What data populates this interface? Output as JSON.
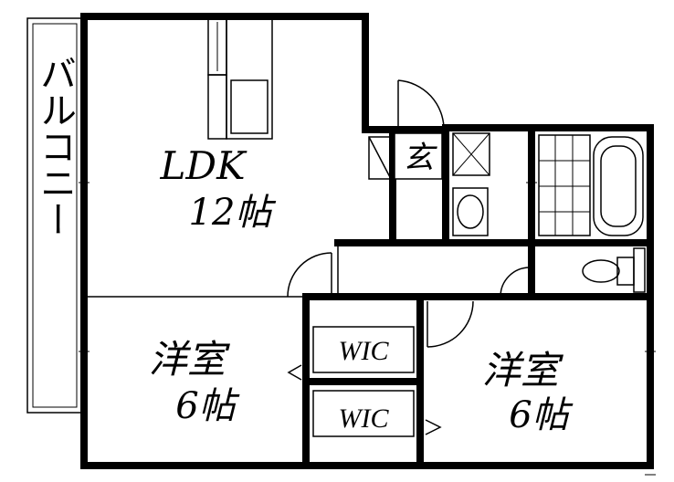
{
  "rooms": {
    "ldk": {
      "name": "LDK",
      "size": "12帖"
    },
    "western_left": {
      "name": "洋室",
      "size": "6帖"
    },
    "western_right": {
      "name": "洋室",
      "size": "6帖"
    },
    "entrance": {
      "name": "玄"
    },
    "wic_upper": {
      "name": "WIC"
    },
    "wic_lower": {
      "name": "WIC"
    },
    "balcony": {
      "name": "バルコニー"
    }
  },
  "colors": {
    "wall": "#000000",
    "background": "#ffffff"
  }
}
